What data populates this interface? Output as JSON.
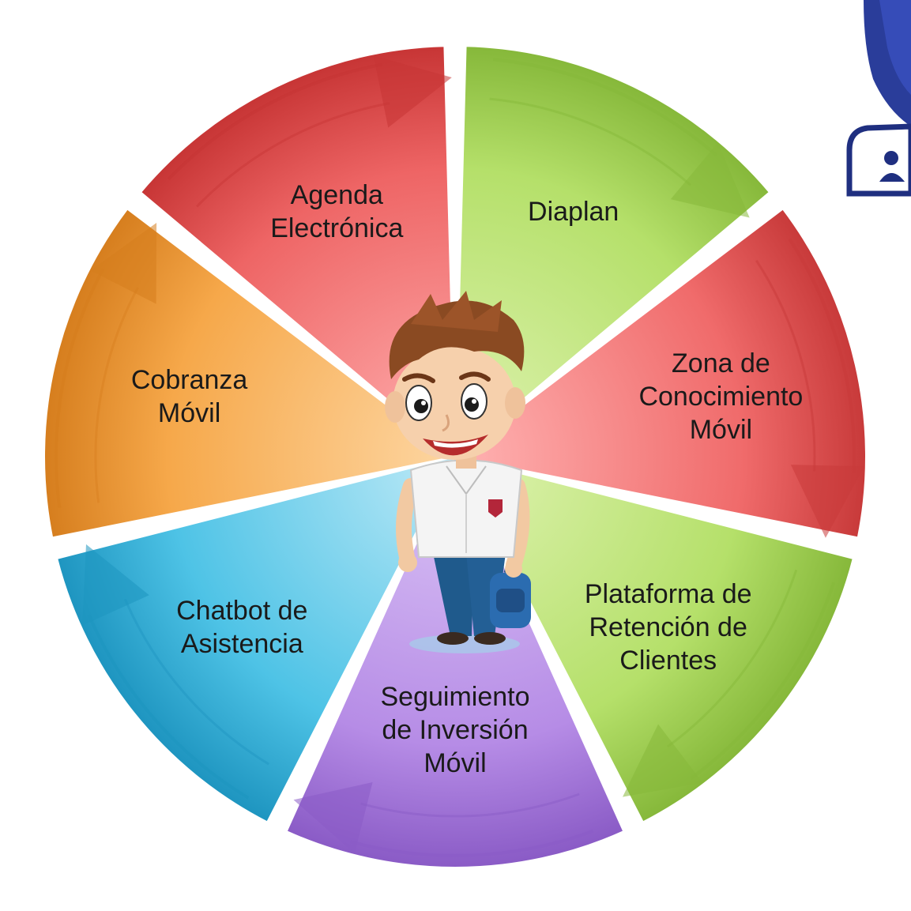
{
  "segments": [
    {
      "id": "diaplan",
      "lines": [
        "Diaplan"
      ],
      "base": "#b5e06a",
      "light": "#dff3b2",
      "dark": "#86b83a"
    },
    {
      "id": "zona",
      "lines": [
        "Zona de",
        "Conocimiento",
        "Móvil"
      ],
      "base": "#f06b6b",
      "light": "#ffb3b3",
      "dark": "#c83a3a"
    },
    {
      "id": "plataforma",
      "lines": [
        "Plataforma de",
        "Retención de",
        "Clientes"
      ],
      "base": "#b5e06a",
      "light": "#dff3b2",
      "dark": "#86b83a"
    },
    {
      "id": "seguimiento",
      "lines": [
        "Seguimiento",
        "de Inversión",
        "Móvil"
      ],
      "base": "#b68ce6",
      "light": "#dcc6f6",
      "dark": "#8a5bc6"
    },
    {
      "id": "chatbot",
      "lines": [
        "Chatbot de",
        "Asistencia"
      ],
      "base": "#4ec3e6",
      "light": "#bfeaf7",
      "dark": "#1e95c0"
    },
    {
      "id": "cobranza",
      "lines": [
        "Cobranza",
        "Móvil"
      ],
      "base": "#f6a84a",
      "light": "#fdd6a2",
      "dark": "#d67e1e"
    },
    {
      "id": "agenda",
      "lines": [
        "Agenda",
        "Electrónica"
      ],
      "base": "#ee6565",
      "light": "#ffb0b0",
      "dark": "#c73535"
    }
  ]
}
